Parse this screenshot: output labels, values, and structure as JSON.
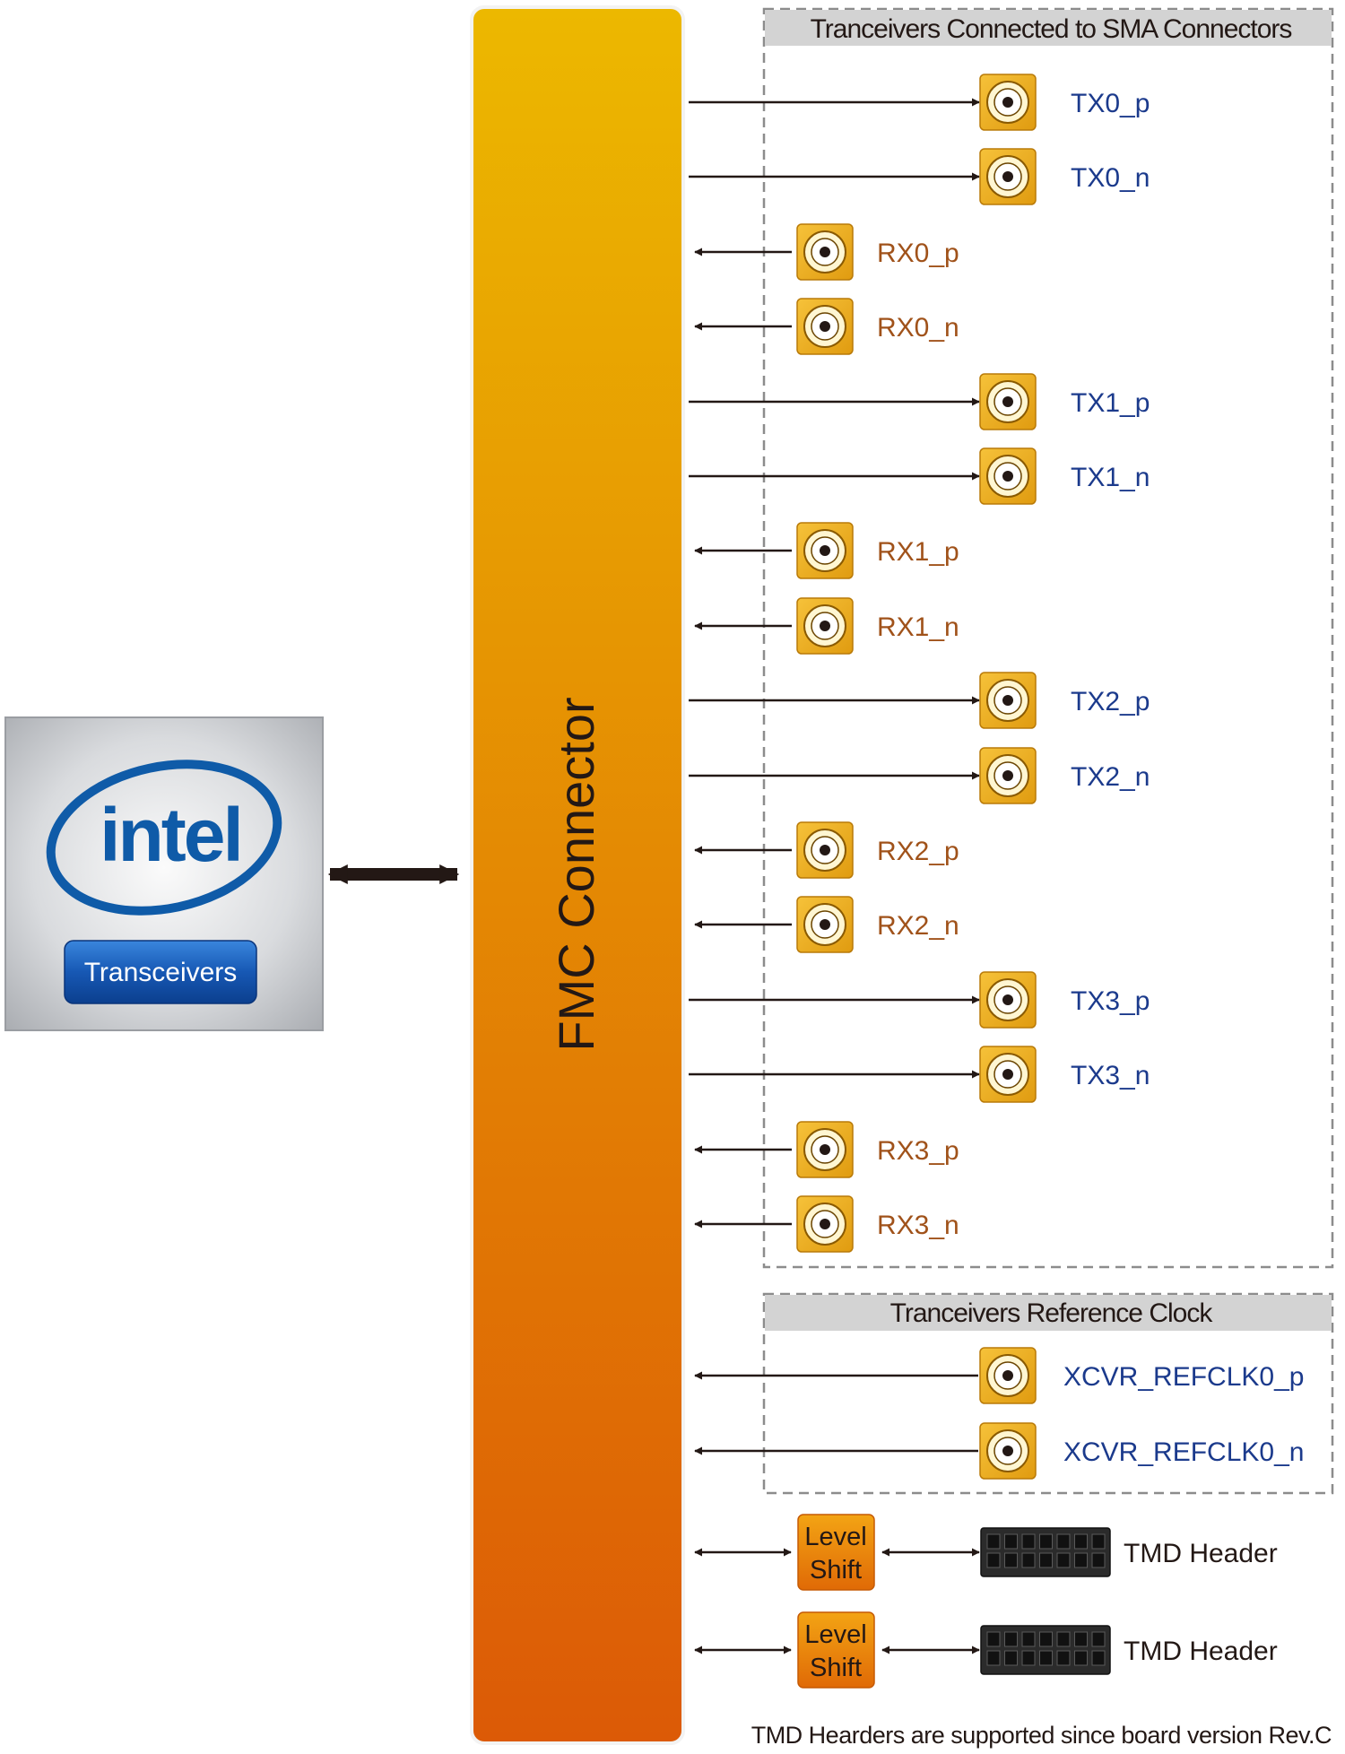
{
  "chip": {
    "logo_text": "intel",
    "badge": "Transceivers"
  },
  "fmc": {
    "label": "FMC Connector"
  },
  "sma_group": {
    "title": "Tranceivers Connected to SMA Connectors",
    "signals": [
      {
        "label": "TX0_p",
        "dir": "tx"
      },
      {
        "label": "TX0_n",
        "dir": "tx"
      },
      {
        "label": "RX0_p",
        "dir": "rx"
      },
      {
        "label": "RX0_n",
        "dir": "rx"
      },
      {
        "label": "TX1_p",
        "dir": "tx"
      },
      {
        "label": "TX1_n",
        "dir": "tx"
      },
      {
        "label": "RX1_p",
        "dir": "rx"
      },
      {
        "label": "RX1_n",
        "dir": "rx"
      },
      {
        "label": "TX2_p",
        "dir": "tx"
      },
      {
        "label": "TX2_n",
        "dir": "tx"
      },
      {
        "label": "RX2_p",
        "dir": "rx"
      },
      {
        "label": "RX2_n",
        "dir": "rx"
      },
      {
        "label": "TX3_p",
        "dir": "tx"
      },
      {
        "label": "TX3_n",
        "dir": "tx"
      },
      {
        "label": "RX3_p",
        "dir": "rx"
      },
      {
        "label": "RX3_n",
        "dir": "rx"
      }
    ]
  },
  "clock_group": {
    "title": "Tranceivers Reference Clock",
    "signals": [
      {
        "label": "XCVR_REFCLK0_p"
      },
      {
        "label": "XCVR_REFCLK0_n"
      }
    ]
  },
  "tmd": [
    {
      "shifter": [
        "Level",
        "Shift"
      ],
      "header": "TMD Header"
    },
    {
      "shifter": [
        "Level",
        "Shift"
      ],
      "header": "TMD Header"
    }
  ],
  "footnote": "TMD Hearders are supported since board version Rev.C",
  "colors": {
    "tx_label": "#1b3a8c",
    "rx_label": "#a0521a",
    "clk_label": "#1b3a8c",
    "arrow": "#231815",
    "fmc_top": "#ecb800",
    "fmc_bottom": "#dc5a06",
    "sma_body": "#f0ad1a",
    "group_title_bg": "#d3d3d3",
    "group_border": "#8c8c8c",
    "intel_blue": "#0f5ba8",
    "badge_blue": "#1758b4"
  }
}
